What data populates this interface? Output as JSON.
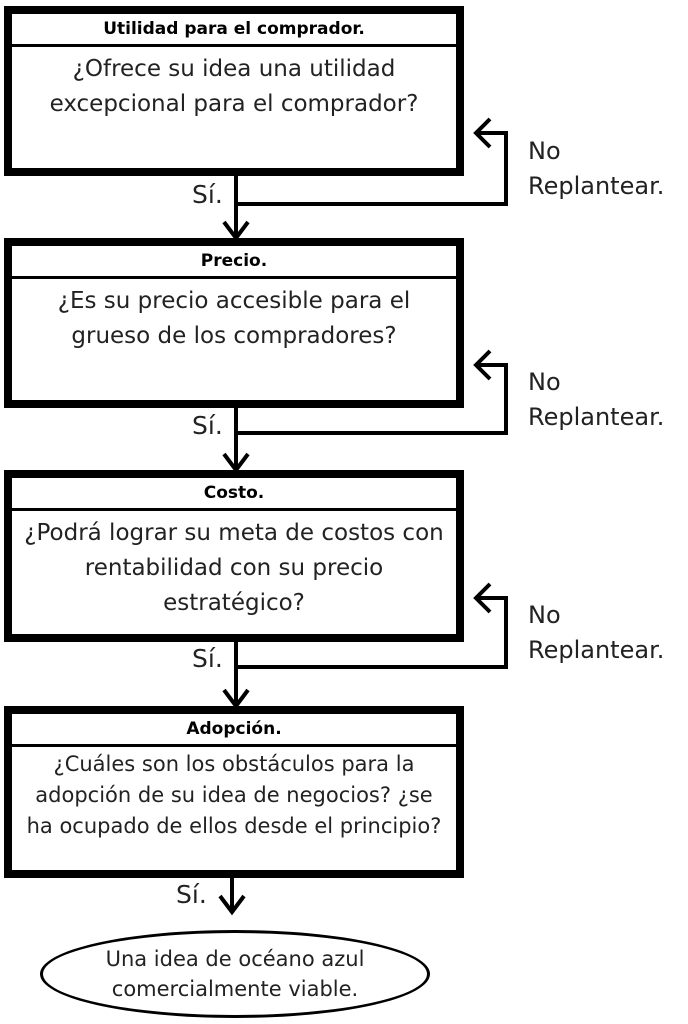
{
  "steps": [
    {
      "header": "Utilidad para el comprador.",
      "question": "¿Ofrece su idea una utilidad excepcional para el comprador?",
      "yes_label": "Sí.",
      "no_label": "No",
      "action_label": "Replantear."
    },
    {
      "header": "Precio.",
      "question": "¿Es su precio accesible para el grueso de los compradores?",
      "yes_label": "Sí.",
      "no_label": "No",
      "action_label": "Replantear."
    },
    {
      "header": "Costo.",
      "question": "¿Podrá lograr su meta de costos con rentabilidad con su precio estratégico?",
      "yes_label": "Sí.",
      "no_label": "No",
      "action_label": "Replantear."
    },
    {
      "header": "Adopción.",
      "question": "¿Cuáles son los obstáculos para la adopción de su idea de negocios? ¿se ha ocupado de ellos desde el principio?",
      "yes_label": "Sí."
    }
  ],
  "result": {
    "text": "Una idea de océano azul comercialmente viable."
  }
}
